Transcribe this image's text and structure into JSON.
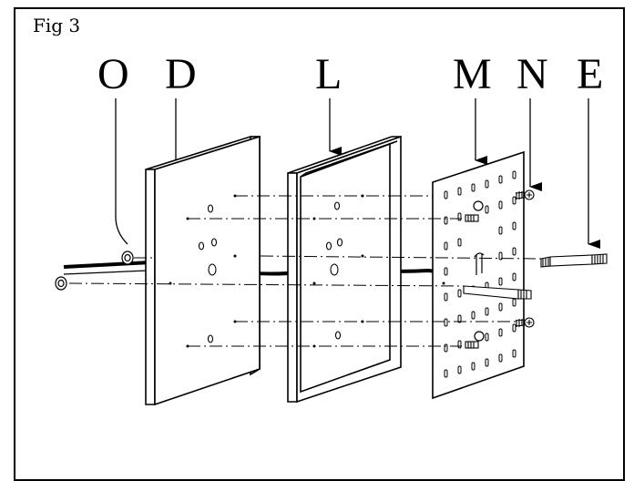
{
  "figure": {
    "label": "Fig 3"
  },
  "callouts": [
    {
      "id": "O",
      "text": "O"
    },
    {
      "id": "D",
      "text": "D"
    },
    {
      "id": "L",
      "text": "L"
    },
    {
      "id": "M",
      "text": "M"
    },
    {
      "id": "N",
      "text": "N"
    },
    {
      "id": "E",
      "text": "E"
    }
  ],
  "colors": {
    "line": "#000000",
    "panel": "#ffffff",
    "background": "#ffffff"
  }
}
